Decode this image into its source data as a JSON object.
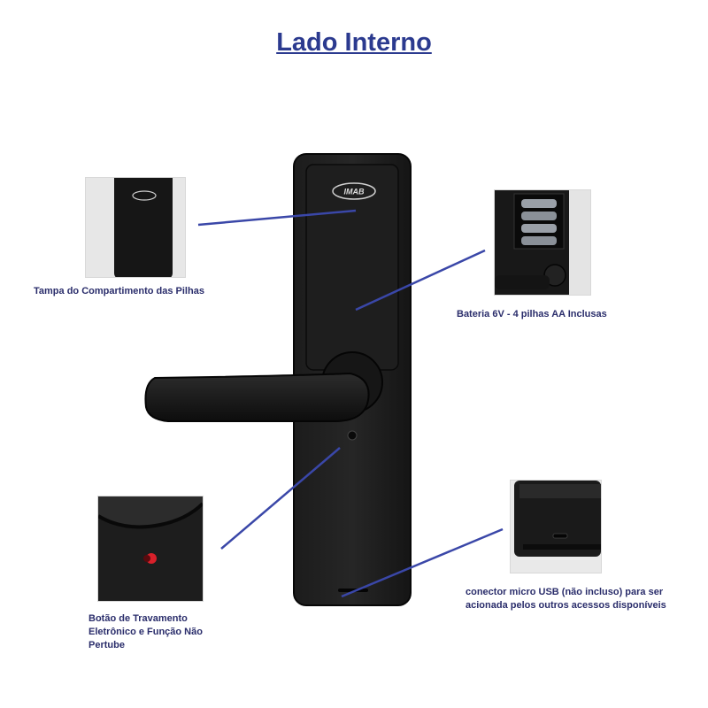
{
  "title": "Lado Interno",
  "brand": "IMAB",
  "callouts": {
    "battery_cover": "Tampa do Compartimento das Pilhas",
    "battery": "Bateria 6V - 4 pilhas AA Inclusas",
    "lock_button": "Botão de Travamento Eletrônico e Função Não Pertube",
    "usb": "conector micro USB (não incluso) para ser acionada pelos outros acessos disponíveis"
  },
  "colors": {
    "title": "#2b3a8f",
    "caption": "#2a2d6b",
    "leader_line": "#3a47a8",
    "lock_body": "#111111",
    "button_red": "#d8202a"
  }
}
